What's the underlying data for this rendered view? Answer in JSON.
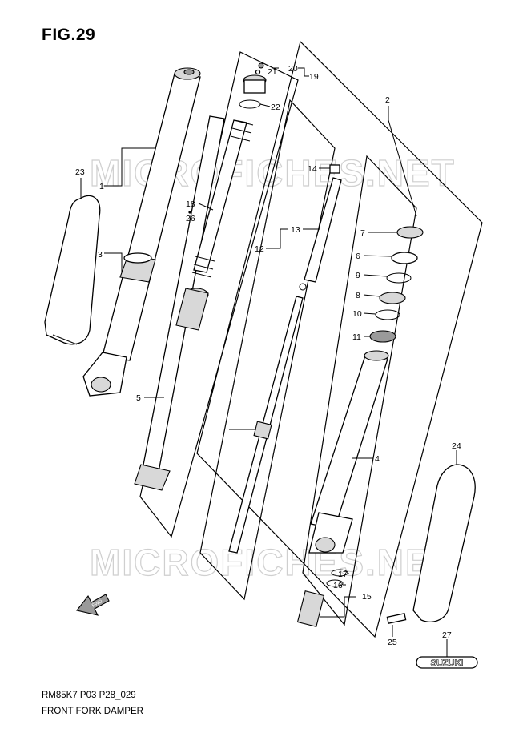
{
  "figure": {
    "title": "FIG.29",
    "model_code": "RM85K7 P03 P28_029",
    "caption": "FRONT FORK DAMPER"
  },
  "watermark": {
    "text": "MICROFICHES.NET"
  },
  "fwd_mark": {
    "text": "FWD"
  },
  "emblem": {
    "text": "SUZUKI"
  },
  "callouts": [
    "1",
    "2",
    "3",
    "4",
    "5",
    "6",
    "7",
    "8",
    "9",
    "10",
    "11",
    "12",
    "13",
    "14",
    "15",
    "16",
    "17",
    "18",
    "26",
    "19",
    "20",
    "21",
    "22",
    "23",
    "24",
    "25",
    "27"
  ]
}
